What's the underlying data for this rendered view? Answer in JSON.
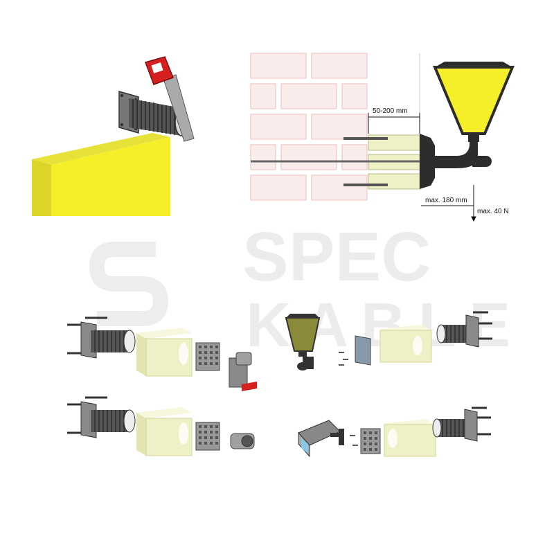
{
  "colors": {
    "yellow": "#f5ef2a",
    "yellow_light": "#eef0c6",
    "brick_fill": "#fbecec",
    "brick_line": "#f0c8c8",
    "dark": "#2d2d2d",
    "grey": "#8a8a8a",
    "saw_red": "#d62020"
  },
  "dimensions": {
    "insulation": "50-200 mm",
    "projection": "max. 180 mm",
    "load": "max. 40 N"
  },
  "watermark": {
    "line1": "SPEC",
    "line2": "KABLE"
  },
  "icons": {
    "saw": "hand-saw-icon",
    "lamp": "wall-lantern-icon",
    "socket": "wall-socket-icon",
    "sensor": "motion-sensor-icon",
    "camera": "security-camera-icon"
  }
}
